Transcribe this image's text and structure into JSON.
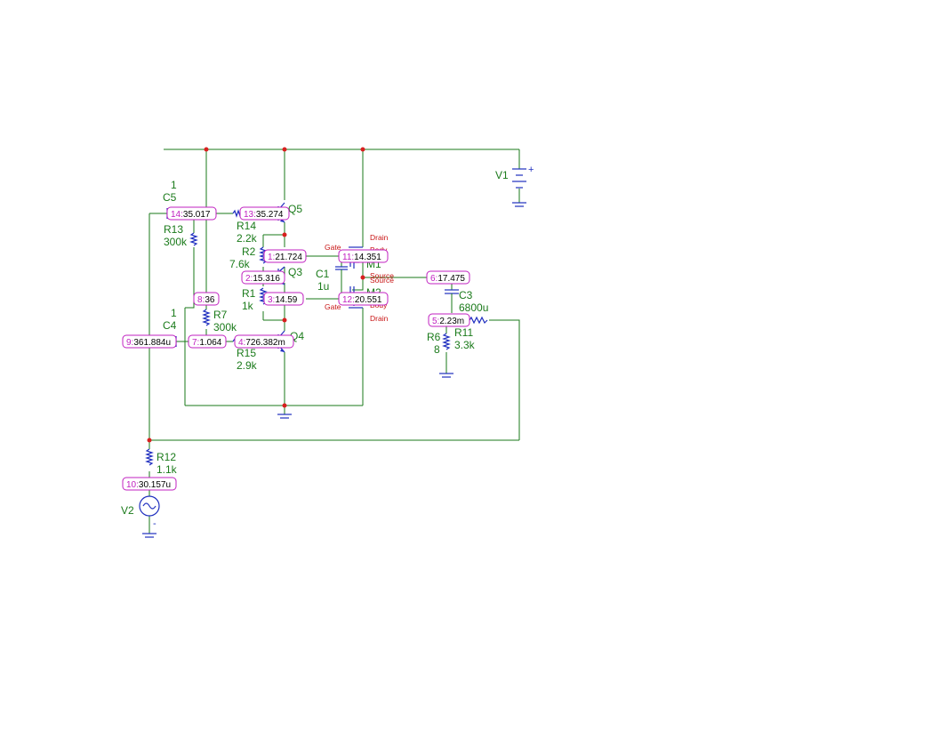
{
  "colors": {
    "wire": "#1a7a1a",
    "component": "#1f2fbf",
    "junction": "#d81f1f",
    "probe_border": "#c020c0",
    "pin_label": "#c81414"
  },
  "components": {
    "V1": "V1",
    "V2": "V2",
    "C5": "C5",
    "C5_val": "1",
    "C4": "C4",
    "C4_val": "1",
    "C1": "C1",
    "C1_val": "1u",
    "C3": "C3",
    "C3_val": "6800u",
    "R14": "R14",
    "R14_val": "2.2k",
    "R13": "R13",
    "R13_val": "300k",
    "R2": "R2",
    "R2_val": "7.6k",
    "R1": "R1",
    "R1_val": "1k",
    "R7": "R7",
    "R7_val": "300k",
    "R15": "R15",
    "R15_val": "2.9k",
    "R6": "R6",
    "R6_val": "8",
    "R11": "R11",
    "R11_val": "3.3k",
    "R12": "R12",
    "R12_val": "1.1k",
    "Q5": "Q5",
    "Q3": "Q3",
    "Q4": "Q4",
    "M1": "M1",
    "M2": "M2"
  },
  "pins": {
    "drain_top": "Drain",
    "body_top": "Body",
    "gate_top": "Gate",
    "source_top": "Source",
    "source_bot": "Source",
    "body_bot": "Body",
    "gate_bot": "Gate",
    "drain_bot": "Drain"
  },
  "probes": [
    {
      "node": "14",
      "value": "35.017"
    },
    {
      "node": "13",
      "value": "35.274"
    },
    {
      "node": "1",
      "value": "21.724"
    },
    {
      "node": "11",
      "value": "14.351"
    },
    {
      "node": "2",
      "value": "15.316"
    },
    {
      "node": "6",
      "value": "17.475"
    },
    {
      "node": "3",
      "value": "14.59"
    },
    {
      "node": "12",
      "value": "20.551"
    },
    {
      "node": "8",
      "value": "36"
    },
    {
      "node": "5",
      "value": "2.23m"
    },
    {
      "node": "9",
      "value": "361.884u"
    },
    {
      "node": "7",
      "value": "1.064"
    },
    {
      "node": "4",
      "value": "726.382m"
    },
    {
      "node": "10",
      "value": "30.157u"
    }
  ],
  "symbols": {
    "plus": "+",
    "minus": "-"
  }
}
